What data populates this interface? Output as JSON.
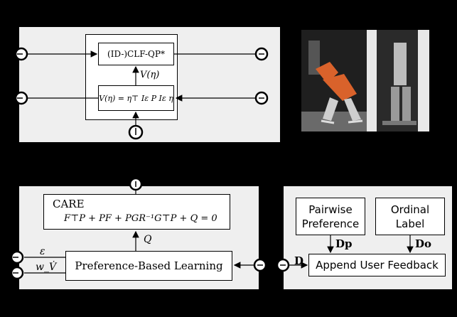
{
  "top_panel": {
    "qp_box": "(ID-)CLF-QP*",
    "v_arrow_label": "V(η)",
    "v_box": "V(η) = η⊤ Iε P Iε η"
  },
  "bottom_left": {
    "care_title": "CARE",
    "care_equation": "F⊤P + PF + PGR⁻¹G⊤P + Q = 0",
    "q_label": "Q",
    "pbl_box": "Preference-Based Learning",
    "epsilon_label": "ε",
    "w_label": "w_V̇"
  },
  "bottom_right": {
    "pairwise_line1": "Pairwise",
    "pairwise_line2": "Preference",
    "ordinal_line1": "Ordinal",
    "ordinal_line2": "Label",
    "dp_label": "Dp",
    "do_label": "Do",
    "d_label": "D",
    "append_box": "Append User Feedback"
  },
  "colors": {
    "panel": "#efefef",
    "robot_orange": "#d9622b",
    "photo_bg": "#2a2a2a"
  }
}
